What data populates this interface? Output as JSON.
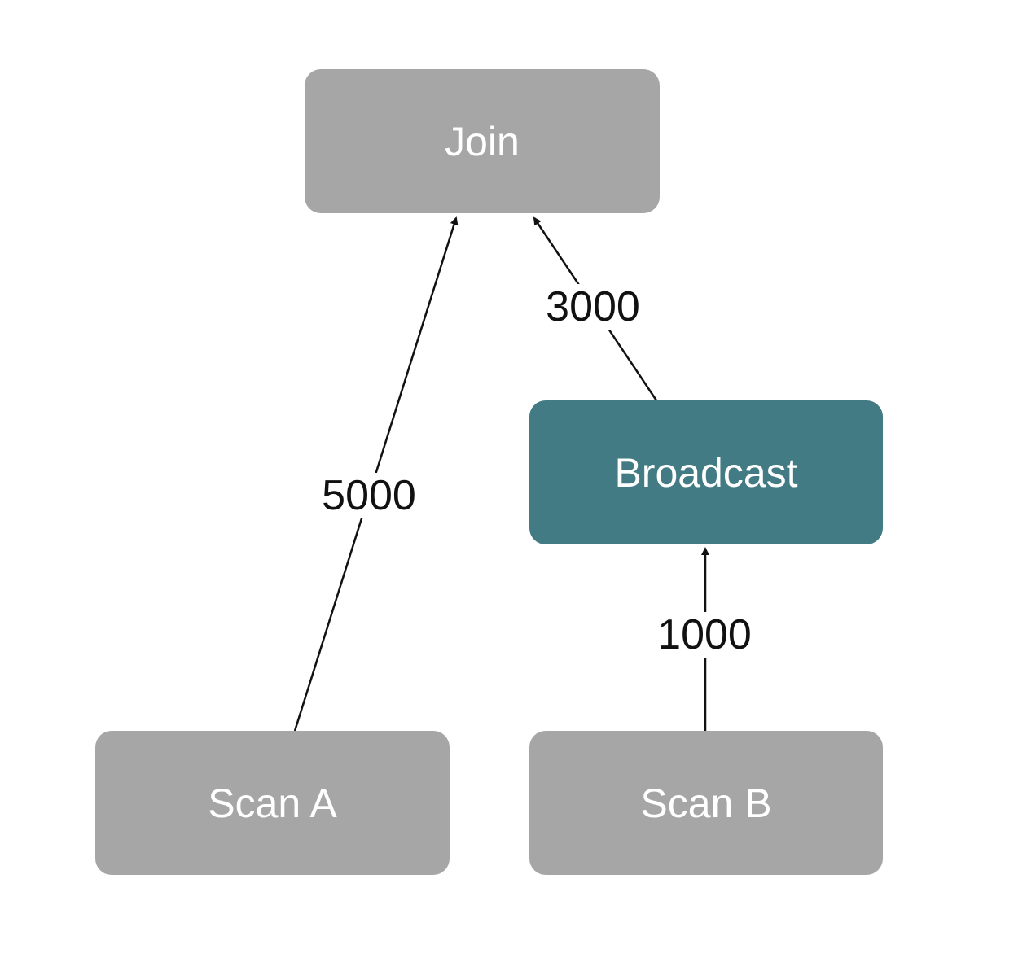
{
  "nodes": {
    "join": "Join",
    "broadcast": "Broadcast",
    "scan_a": "Scan A",
    "scan_b": "Scan B"
  },
  "edges": {
    "scan_a_to_join": "5000",
    "broadcast_to_join": "3000",
    "scan_b_to_broadcast": "1000"
  },
  "colors": {
    "node_gray": "#a6a6a6",
    "node_teal": "#427b83",
    "edge": "#111111",
    "background": "#ffffff"
  }
}
